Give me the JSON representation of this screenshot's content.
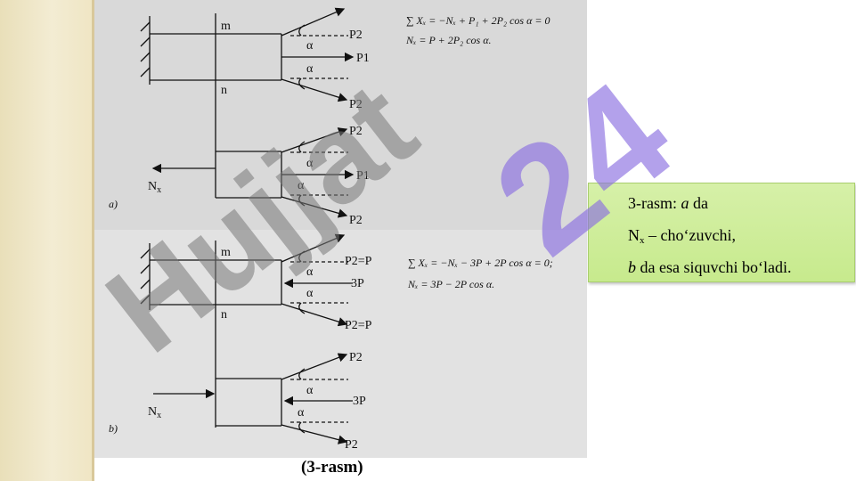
{
  "figure": {
    "caption": "(3-rasm)",
    "part_a": {
      "label": "a)",
      "m": "m",
      "n": "n",
      "forces": {
        "top": "P2",
        "middle": "P1",
        "bottom": "P2"
      },
      "forces_lower": {
        "top": "P2",
        "middle": "P1",
        "bottom": "P2"
      },
      "angle": "α",
      "nx": "N",
      "nx_sub": "x",
      "formula1": "∑ Xₓ = −Nₓ + P₁ + 2P₂ cos α = 0",
      "formula2": "Nₓ = P + 2P₂ cos α."
    },
    "part_b": {
      "label": "b)",
      "m": "m",
      "n": "n",
      "forces": {
        "top": "P2=P",
        "middle": "3P",
        "bottom": "P2=P"
      },
      "forces_lower": {
        "top": "P2",
        "middle": "3P",
        "bottom": "P2"
      },
      "angle": "α",
      "nx": "N",
      "nx_sub": "x",
      "formula1": "∑ Xₓ = −Nₓ − 3P + 2P cos α = 0;",
      "formula2": "Nₓ = 3P − 2P cos α."
    }
  },
  "note": {
    "line1_prefix": "3-rasm: ",
    "line1_em": "a",
    "line1_suffix": " da",
    "line2_n": "N",
    "line2_sub": "x",
    "line2_rest": " – cho‘zuvchi,",
    "line3_em": "b",
    "line3_rest": " da esa siquvchi bo‘ladi."
  },
  "watermark": {
    "text": "Hujjat",
    "number": "24"
  },
  "colors": {
    "note_bg": "#c7ea8d",
    "figure_bg": "#d9d9d9",
    "watermark_gray": "#8c8c8c",
    "watermark_purple": "#8a6ee0"
  }
}
